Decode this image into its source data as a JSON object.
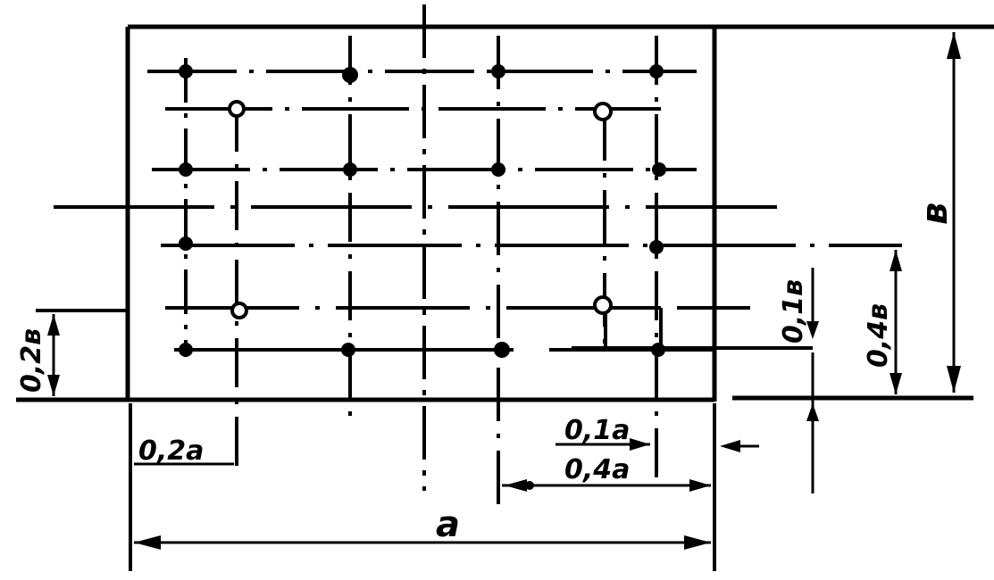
{
  "labels": {
    "width": "a",
    "height": "в",
    "left_offset": "0,2a",
    "bottom_offset": "0,2в",
    "right_spacing_small": "0,1a",
    "right_spacing_large": "0,4a",
    "vertical_small": "0,1в",
    "vertical_large": "0,4в"
  },
  "markers": {
    "filled": "filled-node",
    "open": "open-node"
  }
}
